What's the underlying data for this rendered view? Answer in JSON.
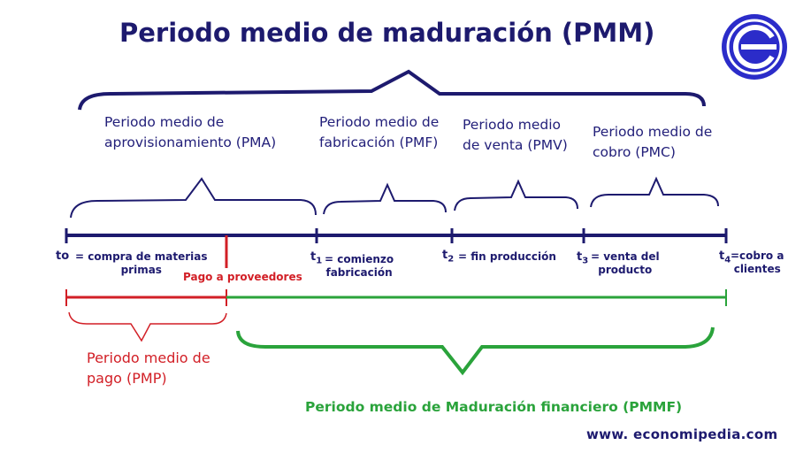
{
  "title": "Periodo medio de maduración (PMM)",
  "phases": {
    "pma": [
      "Periodo medio de",
      "aprovisionamiento (PMA)"
    ],
    "pmf": [
      "Periodo medio de",
      "fabricación  (PMF)"
    ],
    "pmv": [
      "Periodo medio",
      "de venta (PMV)"
    ],
    "pmc": [
      "Periodo medio de",
      "cobro (PMC)"
    ]
  },
  "ticks": {
    "t0": {
      "symbol": "to",
      "text": [
        "= compra de materias",
        "primas"
      ]
    },
    "t1": {
      "symbol": "t",
      "sub": "1",
      "text": [
        "= comienzo",
        "fabricación"
      ]
    },
    "t2": {
      "symbol": "t",
      "sub": "2",
      "text": [
        "= fin producción"
      ]
    },
    "t3": {
      "symbol": "t",
      "sub": "3",
      "text": [
        "= venta del",
        "producto"
      ]
    },
    "t4": {
      "symbol": "t",
      "sub": "4",
      "text": [
        "=cobro a",
        "clientes"
      ]
    }
  },
  "payment": {
    "label": "Pago a proveedores",
    "pmp": [
      "Periodo medio de",
      "pago (PMP)"
    ]
  },
  "pmmf": "Periodo medio de Maduración financiero (PMMF)",
  "website": "www. economipedia.com",
  "colors": {
    "navy": "#1d1a6e",
    "red": "#d21f26",
    "green": "#2aa33b",
    "logo": "#2b2cc9"
  }
}
